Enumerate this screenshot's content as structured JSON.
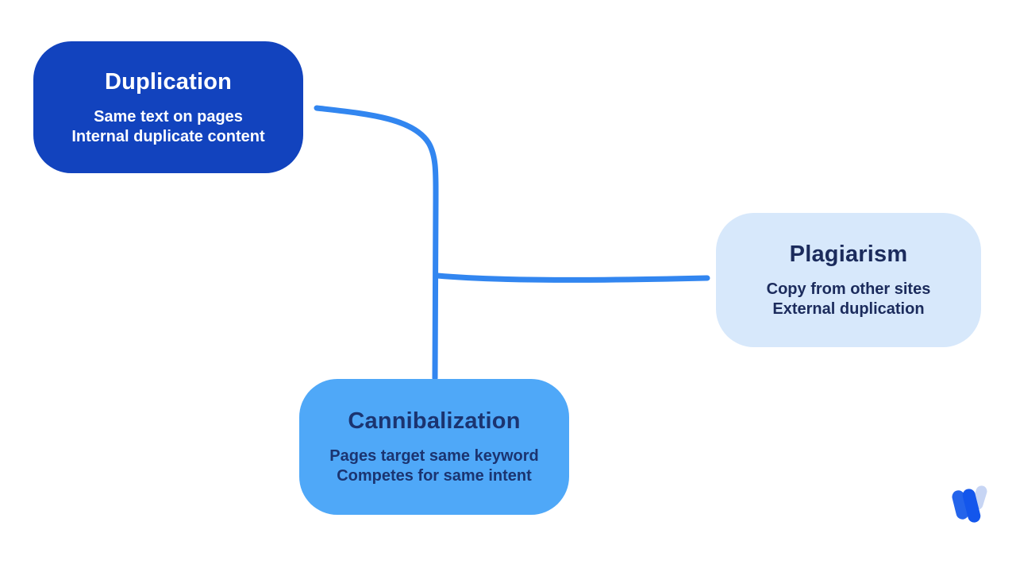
{
  "canvas": {
    "background": "#ffffff"
  },
  "diagram": {
    "nodes": [
      {
        "id": "duplication",
        "title": "Duplication",
        "lines": [
          "Same text on pages",
          "Internal duplicate content"
        ],
        "bg": "#1243BE",
        "text_color": "#FFFFFF"
      },
      {
        "id": "plagiarism",
        "title": "Plagiarism",
        "lines": [
          "Copy from other sites",
          "External duplication"
        ],
        "bg": "#D7E8FB",
        "text_color": "#1B2B5C"
      },
      {
        "id": "cannibalization",
        "title": "Cannibalization",
        "lines": [
          "Pages target same keyword",
          "Competes for same intent"
        ],
        "bg": "#4FA8F8",
        "text_color": "#1B3470"
      }
    ],
    "connector_color": "#3286F0"
  },
  "logo": {
    "bar_left_color": "#2464EB",
    "bar_middle_color": "#1356EC",
    "bar_light_color": "#C7D5F4"
  }
}
